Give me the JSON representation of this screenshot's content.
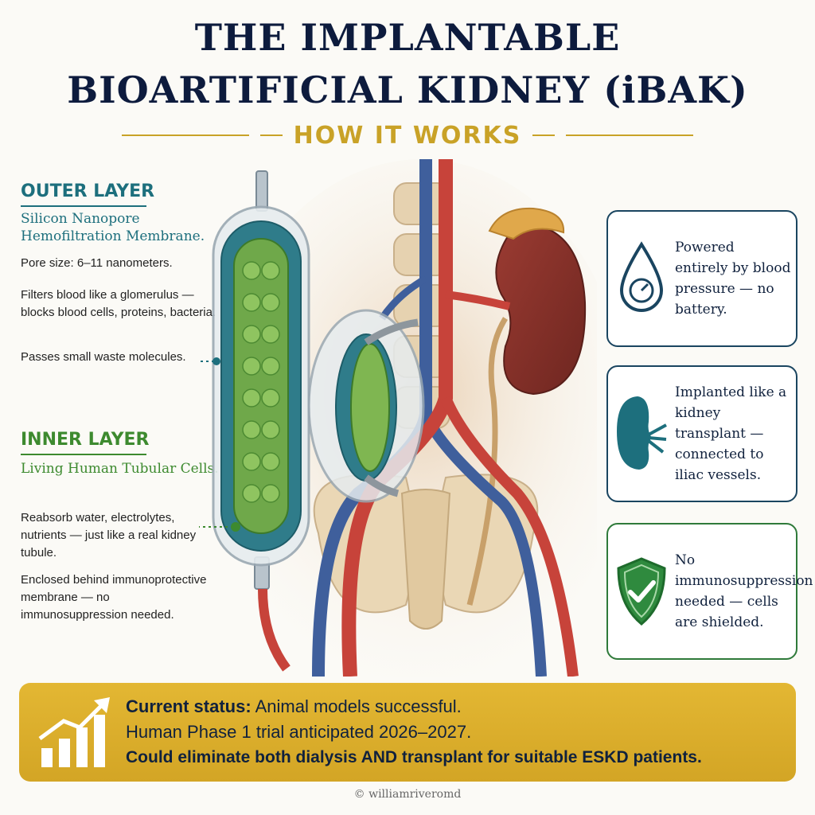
{
  "header": {
    "title_line1": "THE IMPLANTABLE",
    "title_line2": "BIOARTIFICIAL KIDNEY (iBAK)",
    "subtitle": "HOW IT WORKS"
  },
  "outer_layer": {
    "heading": "OUTER LAYER",
    "subheading": "Silicon Nanopore Hemofiltration Membrane.",
    "pore_size": "Pore size: 6–11 nanometers.",
    "filters": "Filters blood like a glomerulus — blocks blood cells, proteins, bacteria.",
    "passes": "Passes small waste molecules."
  },
  "inner_layer": {
    "heading": "INNER LAYER",
    "subheading": "Living Human Tubular Cells.",
    "reabsorb": "Reabsorb water, electrolytes, nutrients — just like a real kidney tubule.",
    "enclosed": "Enclosed behind immunoprotective membrane — no immunosuppression needed."
  },
  "cards": [
    {
      "icon": "blood-drop-gauge-icon",
      "text": "Powered entirely by blood pressure — no battery."
    },
    {
      "icon": "kidney-icon",
      "text": "Implanted like a kidney transplant — connected to iliac vessels."
    },
    {
      "icon": "shield-check-icon",
      "text": "No immunosuppression needed — cells are shielded."
    }
  ],
  "status": {
    "label": "Current status:",
    "line1_rest": " Animal models successful.",
    "line2": "Human Phase 1 trial anticipated 2026–2027.",
    "line3": "Could eliminate both dialysis AND transplant for suitable ESKD patients.",
    "icon": "growth-chart-icon"
  },
  "footer": {
    "copyright": "© williamriveromd"
  },
  "colors": {
    "navy": "#0d1b3d",
    "gold": "#c9a227",
    "teal": "#1d6f7d",
    "green": "#3d8a2f",
    "artery": "#c7433a",
    "vein": "#3f5f9c"
  }
}
